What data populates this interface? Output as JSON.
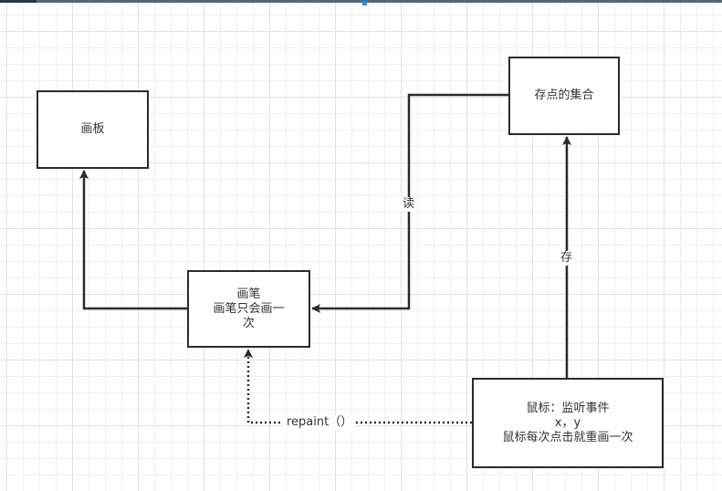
{
  "diagram": {
    "nodes": [
      {
        "id": "canvas-board",
        "label": "画板"
      },
      {
        "id": "point-collection",
        "label": "存点的集合"
      },
      {
        "id": "pen",
        "lines": [
          "画笔",
          "画笔只会画一",
          "次"
        ]
      },
      {
        "id": "mouse-listener",
        "lines": [
          "鼠标：监听事件",
          "x，y",
          "鼠标每次点击就重画一次"
        ]
      }
    ],
    "edges": [
      {
        "id": "pen-to-board",
        "from": "pen",
        "to": "canvas-board",
        "style": "solid",
        "label": ""
      },
      {
        "id": "collection-to-pen",
        "from": "point-collection",
        "to": "pen",
        "style": "solid",
        "label": "读"
      },
      {
        "id": "mouse-to-collection",
        "from": "mouse-listener",
        "to": "point-collection",
        "style": "solid",
        "label": "存"
      },
      {
        "id": "mouse-to-pen",
        "from": "mouse-listener",
        "to": "pen",
        "style": "dotted",
        "label": "repaint（）"
      }
    ]
  },
  "colors": {
    "stroke": "#2b2b2b",
    "text": "#333333",
    "grid_minor": "#f0f0f0",
    "grid_major": "#e2e2e2",
    "accent": "#1a8cff"
  }
}
